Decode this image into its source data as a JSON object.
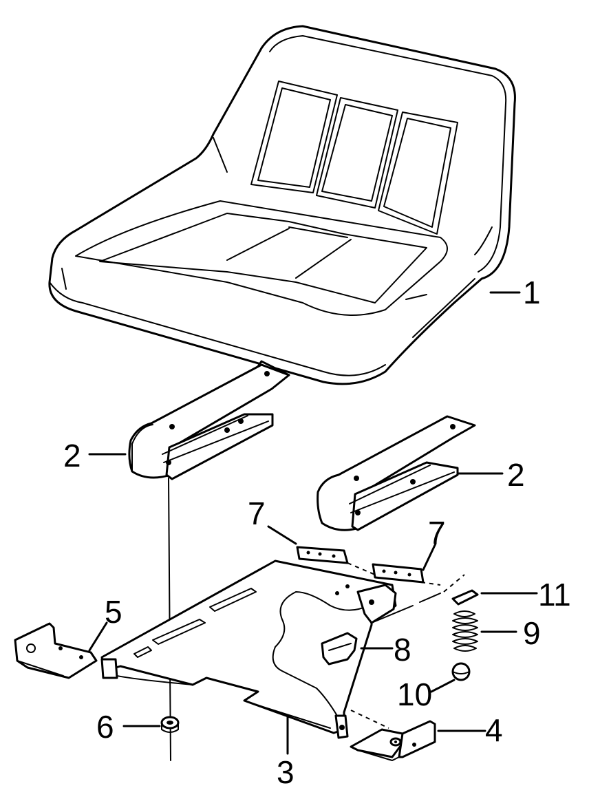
{
  "callouts": [
    {
      "id": "1",
      "text": "1"
    },
    {
      "id": "2a",
      "text": "2"
    },
    {
      "id": "2b",
      "text": "2"
    },
    {
      "id": "3",
      "text": "3"
    },
    {
      "id": "4",
      "text": "4"
    },
    {
      "id": "5",
      "text": "5"
    },
    {
      "id": "6",
      "text": "6"
    },
    {
      "id": "7a",
      "text": "7"
    },
    {
      "id": "7b",
      "text": "7"
    },
    {
      "id": "8",
      "text": "8"
    },
    {
      "id": "9",
      "text": "9"
    },
    {
      "id": "10",
      "text": "10"
    },
    {
      "id": "11",
      "text": "11"
    }
  ]
}
